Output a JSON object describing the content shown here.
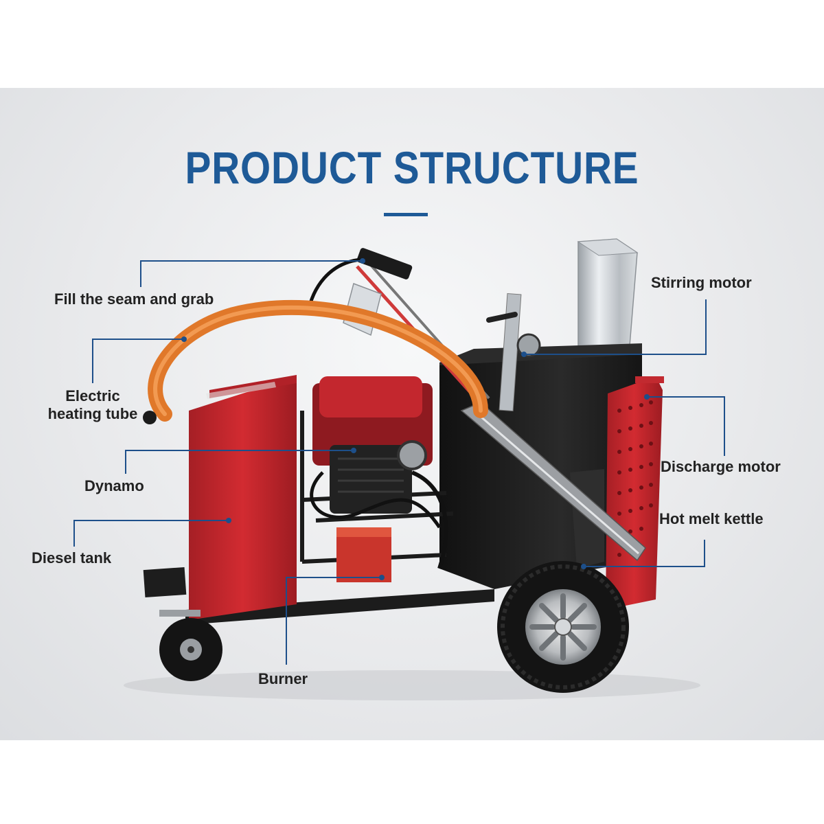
{
  "header": {
    "title": "PRODUCT STRUCTURE"
  },
  "colors": {
    "title": "#1e5a97",
    "leader_line": "#1d4f8a",
    "machine_red": "#c1272d",
    "machine_black": "#1a1a1a",
    "hose_orange": "#e0782a"
  },
  "callouts": [
    {
      "id": "fill-seam-grab",
      "label": "Fill the seam and grab"
    },
    {
      "id": "electric-heating-tube",
      "label": "Electric\nheating tube"
    },
    {
      "id": "dynamo",
      "label": "Dynamo"
    },
    {
      "id": "diesel-tank",
      "label": "Diesel tank"
    },
    {
      "id": "burner",
      "label": "Burner"
    },
    {
      "id": "stirring-motor",
      "label": "Stirring motor"
    },
    {
      "id": "discharge-motor",
      "label": "Discharge motor"
    },
    {
      "id": "hot-melt-kettle",
      "label": "Hot melt kettle"
    }
  ]
}
